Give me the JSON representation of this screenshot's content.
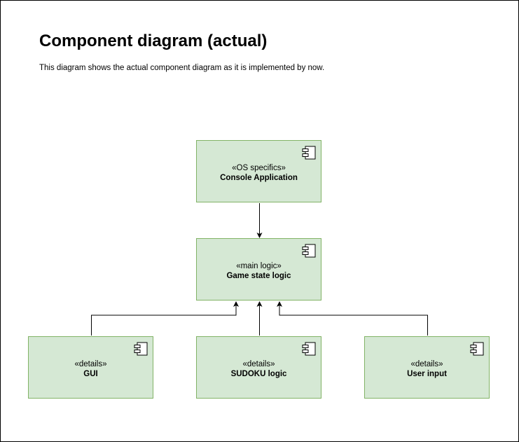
{
  "title": "Component diagram (actual)",
  "description": "This diagram shows the actual component diagram as it is implemented by now.",
  "components": {
    "console": {
      "stereotype": "«OS specifics»",
      "name": "Console Application"
    },
    "game_state": {
      "stereotype": "«main logic»",
      "name": "Game state logic"
    },
    "gui": {
      "stereotype": "«details»",
      "name": "GUI"
    },
    "sudoku": {
      "stereotype": "«details»",
      "name": "SUDOKU logic"
    },
    "user_input": {
      "stereotype": "«details»",
      "name": "User input"
    }
  },
  "colors": {
    "fill": "#d5e8d4",
    "stroke": "#82b366",
    "line": "#000000"
  }
}
